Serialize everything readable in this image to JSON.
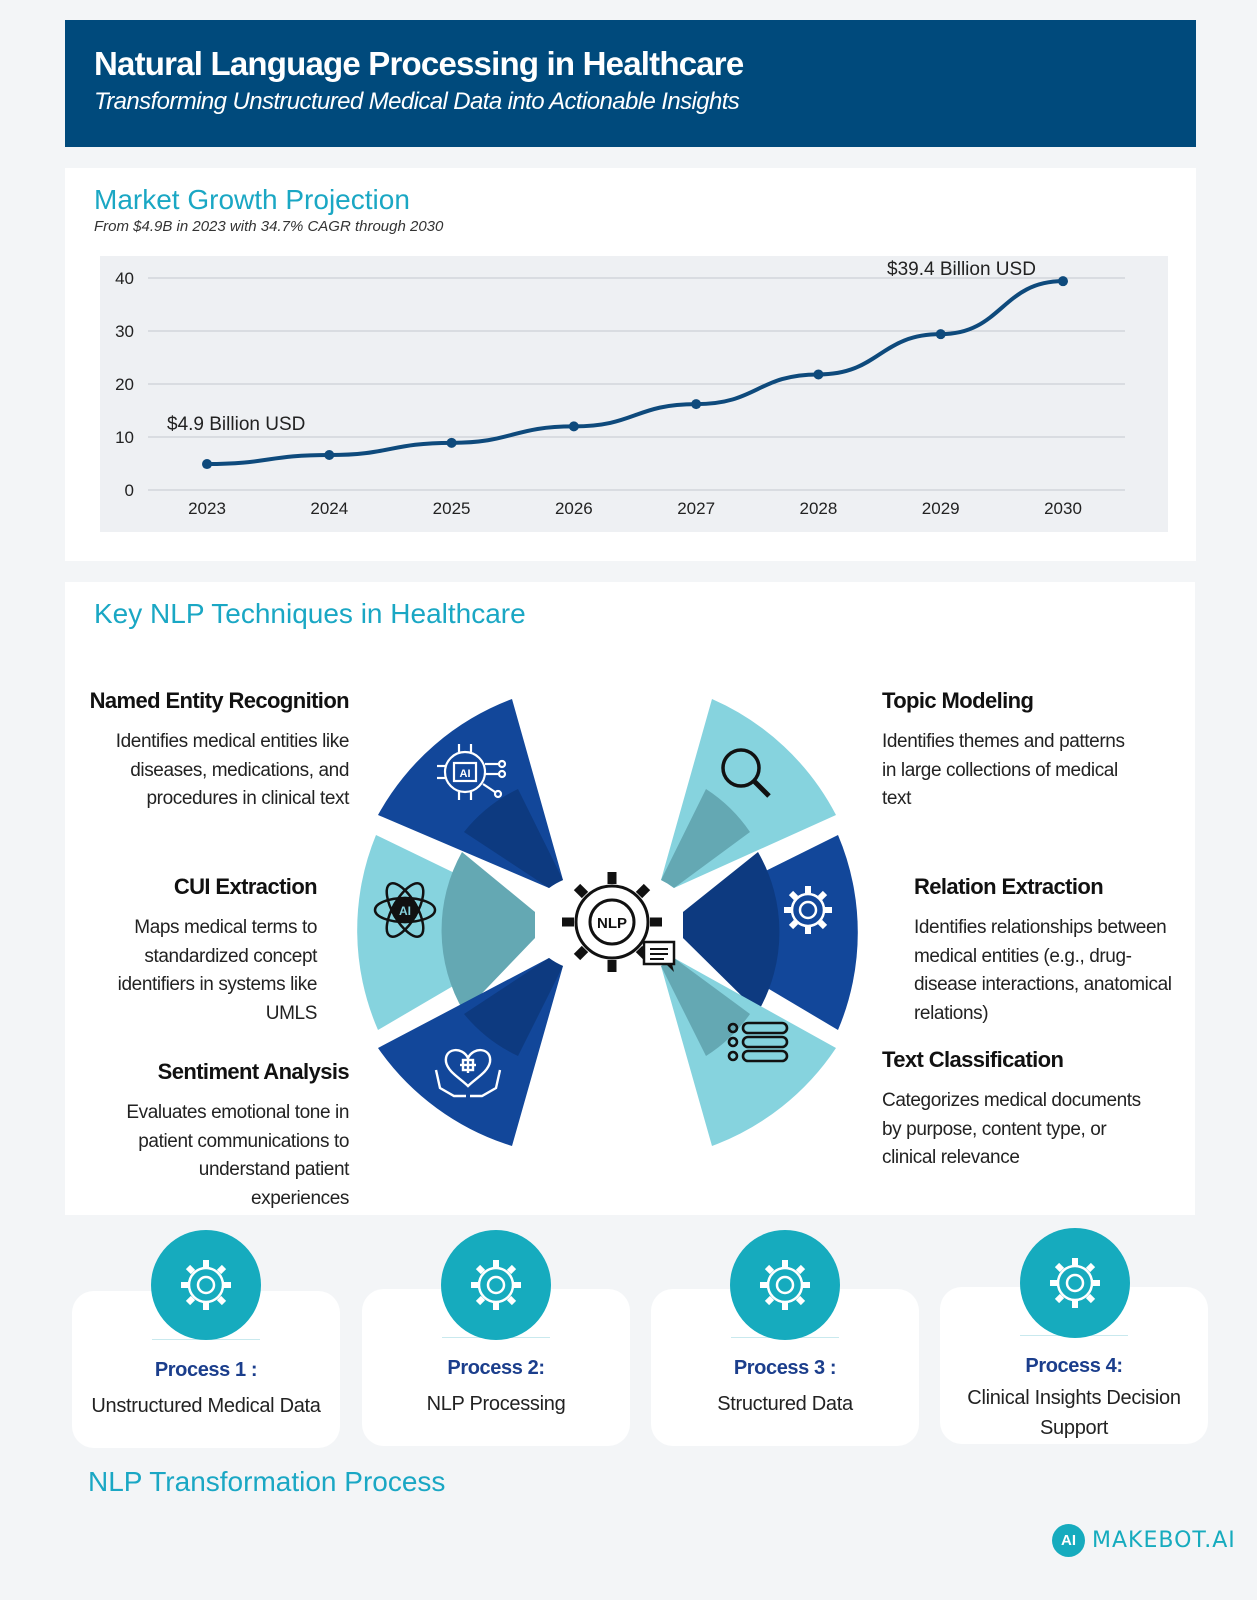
{
  "header": {
    "title": "Natural Language Processing in Healthcare",
    "subtitle": "Transforming Unstructured Medical Data into Actionable Insights"
  },
  "market": {
    "title": "Market Growth Projection",
    "subtitle": "From $4.9B in 2023 with 34.7% CAGR through 2030"
  },
  "chart_data": {
    "type": "line",
    "title": "Market Growth Projection",
    "subtitle": "From $4.9B in 2023 with 34.7% CAGR through 2030",
    "x": [
      "2023",
      "2024",
      "2025",
      "2026",
      "2027",
      "2028",
      "2029",
      "2030"
    ],
    "series": [
      {
        "values": [
          4.9,
          6.6,
          8.9,
          12.0,
          16.2,
          21.8,
          29.4,
          39.4
        ]
      }
    ],
    "yticks": [
      0,
      10,
      20,
      30,
      40
    ],
    "ylim": [
      0,
      40
    ],
    "grid": true,
    "annotations": [
      {
        "x": "2023",
        "text": "$4.9 Billion USD"
      },
      {
        "x": "2030",
        "text": "$39.4 Billion USD"
      }
    ],
    "colors": {
      "line": "#0e4a7c",
      "grid": "#c4c8cf"
    }
  },
  "techniques": {
    "title": "Key NLP Techniques in Healthcare",
    "center_label": "NLP",
    "items": [
      {
        "title": "Named Entity Recognition",
        "desc": [
          "Identifies medical entities like",
          "diseases, medications, and",
          "procedures in clinical text"
        ],
        "icon": "ai-chip-gear-icon"
      },
      {
        "title": "CUI Extraction",
        "desc": [
          "Maps medical terms to",
          "standardized concept",
          "identifiers in systems like",
          "UMLS"
        ],
        "icon": "ai-atom-icon"
      },
      {
        "title": "Sentiment Analysis",
        "desc": [
          "Evaluates emotional tone in",
          "patient communications to",
          "understand patient",
          "experiences"
        ],
        "icon": "heart-hands-icon"
      },
      {
        "title": "Topic Modeling",
        "desc": [
          "Identifies themes and patterns",
          "in large collections of medical",
          "text"
        ],
        "icon": "magnifier-icon"
      },
      {
        "title": "Relation Extraction",
        "desc": [
          "Identifies relationships between",
          "medical entities (e.g., drug-",
          "disease interactions, anatomical",
          "relations)"
        ],
        "icon": "gear-icon"
      },
      {
        "title": "Text Classification",
        "desc": [
          "Categorizes medical documents",
          "by purpose, content type, or",
          "clinical relevance"
        ],
        "icon": "list-icon"
      }
    ],
    "colors": {
      "dark": "#12479a",
      "light": "#86d3de",
      "dark_inner": "#0d3a80",
      "light_inner": "#64a8b3"
    }
  },
  "process": {
    "heading": "NLP Transformation Process",
    "steps": [
      {
        "title": "Process 1 :",
        "desc": [
          "Unstructured Medical Data"
        ]
      },
      {
        "title": "Process 2:",
        "desc": [
          "NLP Processing"
        ]
      },
      {
        "title": "Process 3 :",
        "desc": [
          "Structured Data"
        ]
      },
      {
        "title": "Process 4:",
        "desc": [
          "Clinical Insights Decision",
          "Support"
        ]
      }
    ]
  },
  "brand": {
    "logo": "AI",
    "name": "MAKEBOT.AI"
  }
}
